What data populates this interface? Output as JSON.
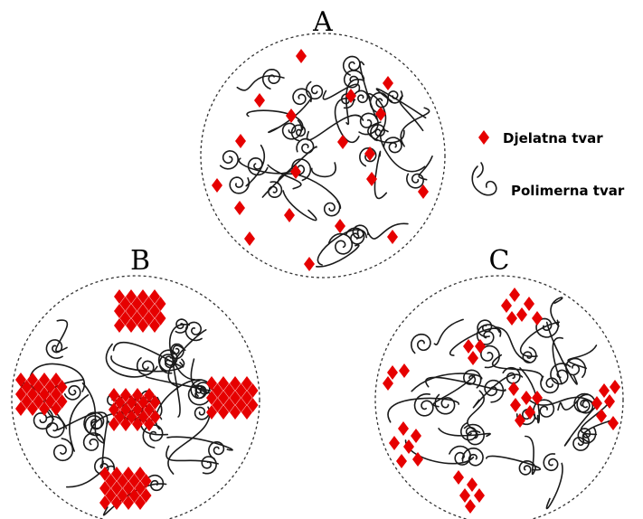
{
  "panels": [
    {
      "id": "A",
      "label": "A"
    },
    {
      "id": "B",
      "label": "B"
    },
    {
      "id": "C",
      "label": "C"
    }
  ],
  "legend": {
    "drug_label": "Djelatna tvar",
    "polymer_label": "Polimerna tvar"
  },
  "colors": {
    "drug": "#e60000",
    "polymer": "#1a1a1a",
    "outline": "#333333"
  },
  "icons": {
    "drug": "red-diamond",
    "polymer": "coiled-polymer-chain"
  }
}
